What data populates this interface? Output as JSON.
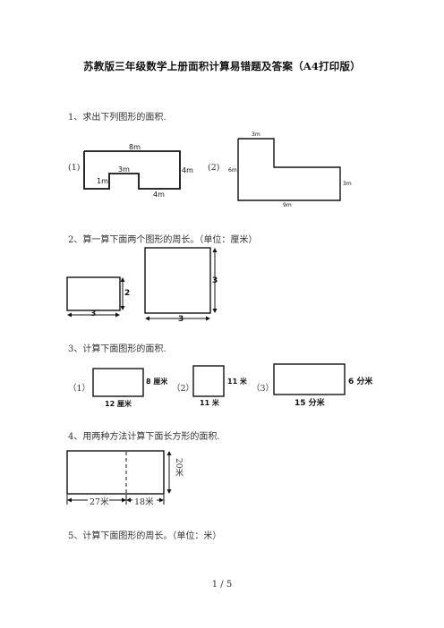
{
  "title": "苏教版三年级数学上册面积计算易错题及答案（A4打印版）",
  "q1": {
    "text": "1、求出下列图形的面积.",
    "fig1": {
      "tag": "(1)",
      "top": "8m",
      "inner_width": "3m",
      "right": "4m",
      "notch": "1m",
      "bottom": "4m"
    },
    "fig2": {
      "tag": "(2)",
      "top": "3m",
      "left": "6m",
      "right": "3m",
      "bottom": "9m"
    }
  },
  "q2": {
    "text": "2、算一算下面两个图形的周长。（单位：厘米）",
    "rect": {
      "width": "3",
      "height": "2"
    },
    "square": {
      "width": "3",
      "height": "3"
    }
  },
  "q3": {
    "text": "3、计算下面图形的面积.",
    "fig1": {
      "tag": "（1）",
      "height": "8 厘米",
      "width": "12 厘米"
    },
    "fig2": {
      "tag": "（2）",
      "height": "11 米",
      "width": "11 米"
    },
    "fig3": {
      "tag": "（3）",
      "height": "6 分米",
      "width": "15 分米"
    }
  },
  "q4": {
    "text": "4、用两种方法计算下面长方形的面积.",
    "height": "20米",
    "left_width": "27米",
    "right_width": "18米"
  },
  "q5": {
    "text": "5、计算下面图形的周长。（单位：米）"
  },
  "footer": {
    "page": "1 / 5"
  }
}
